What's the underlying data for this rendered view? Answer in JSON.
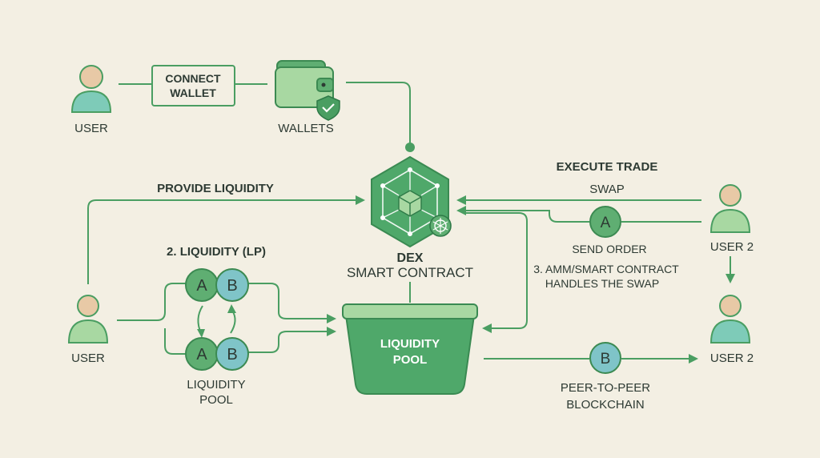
{
  "colors": {
    "background": "#f3efe3",
    "green": "#4a9e62",
    "green_light": "#a8d8a2",
    "teal": "#7ecbb8",
    "skin": "#e8c9a6",
    "blue_token": "#7fc4c8",
    "text": "#2d3a33"
  },
  "nodes": {
    "user_top": "USER",
    "connect_wallet_1": "CONNECT",
    "connect_wallet_2": "WALLET",
    "wallets": "WALLETS",
    "provide_liquidity": "PROVIDE LIQUIDITY",
    "liquidity_lp": "2. LIQUIDITY (LP)",
    "dex_title": "DEX",
    "dex_subtitle": "SMART CONTRACT",
    "execute_trade": "EXECUTE TRADE",
    "swap": "SWAP",
    "send_order": "SEND ORDER",
    "amm_1": "3. AMM/SMART CONTRACT",
    "amm_2": "HANDLES THE SWAP",
    "user2_top": "USER 2",
    "user2_bottom": "USER 2",
    "user_left": "USER",
    "pool_left_1": "LIQUIDITY",
    "pool_left_2": "POOL",
    "pool_center_1": "LIQUIDITY",
    "pool_center_2": "POOL",
    "p2p_1": "PEER-TO-PEER",
    "p2p_2": "BLOCKCHAIN"
  },
  "tokens": {
    "a": "A",
    "b": "B"
  },
  "icons": [
    "user-icon",
    "wallet-icon",
    "shield-check-icon",
    "hexagon-cube-icon",
    "network-gear-icon",
    "bucket-icon",
    "token-icon"
  ]
}
